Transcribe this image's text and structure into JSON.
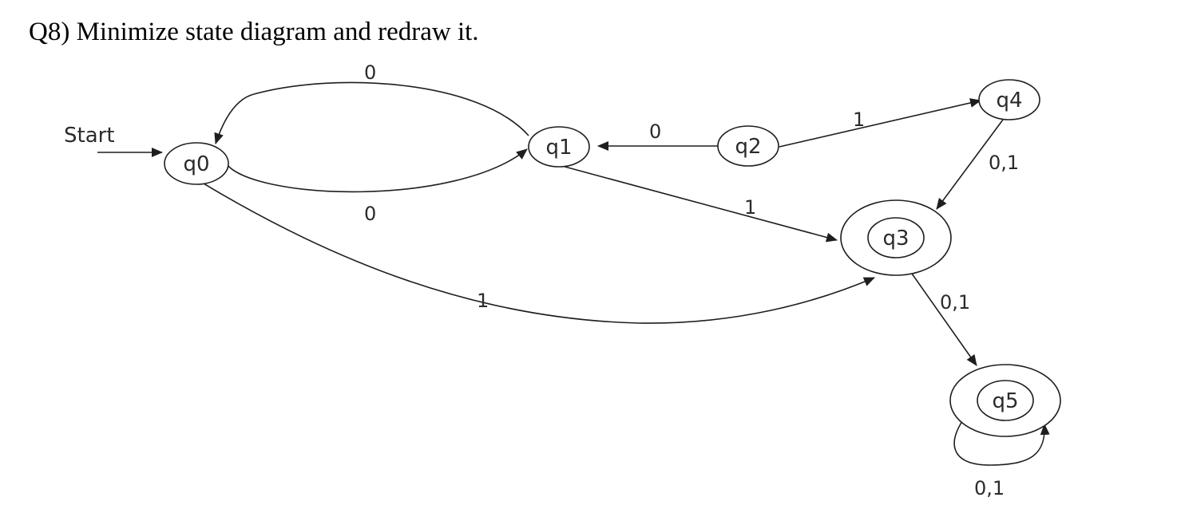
{
  "question": "Q8) Minimize state diagram and redraw it.",
  "start_label": "Start",
  "states": [
    {
      "id": "q0",
      "label": "q0",
      "accepting": false,
      "initial": true
    },
    {
      "id": "q1",
      "label": "q1",
      "accepting": false
    },
    {
      "id": "q2",
      "label": "q2",
      "accepting": false
    },
    {
      "id": "q3",
      "label": "q3",
      "accepting": true
    },
    {
      "id": "q4",
      "label": "q4",
      "accepting": false
    },
    {
      "id": "q5",
      "label": "q5",
      "accepting": true
    }
  ],
  "transitions": [
    {
      "from": "q1",
      "to": "q0",
      "label": "0"
    },
    {
      "from": "q0",
      "to": "q1",
      "label": "0"
    },
    {
      "from": "q2",
      "to": "q1",
      "label": "0"
    },
    {
      "from": "q2",
      "to": "q4",
      "label": "1"
    },
    {
      "from": "q4",
      "to": "q3",
      "label": "0,1"
    },
    {
      "from": "q1",
      "to": "q3",
      "label": "1"
    },
    {
      "from": "q0",
      "to": "q3",
      "label": "1"
    },
    {
      "from": "q3",
      "to": "q5",
      "label": "0,1"
    },
    {
      "from": "q5",
      "to": "q5",
      "label": "0,1"
    }
  ],
  "colors": {
    "stroke": "#1e1e1e",
    "text": "#2b2b2b",
    "background": "#ffffff"
  }
}
